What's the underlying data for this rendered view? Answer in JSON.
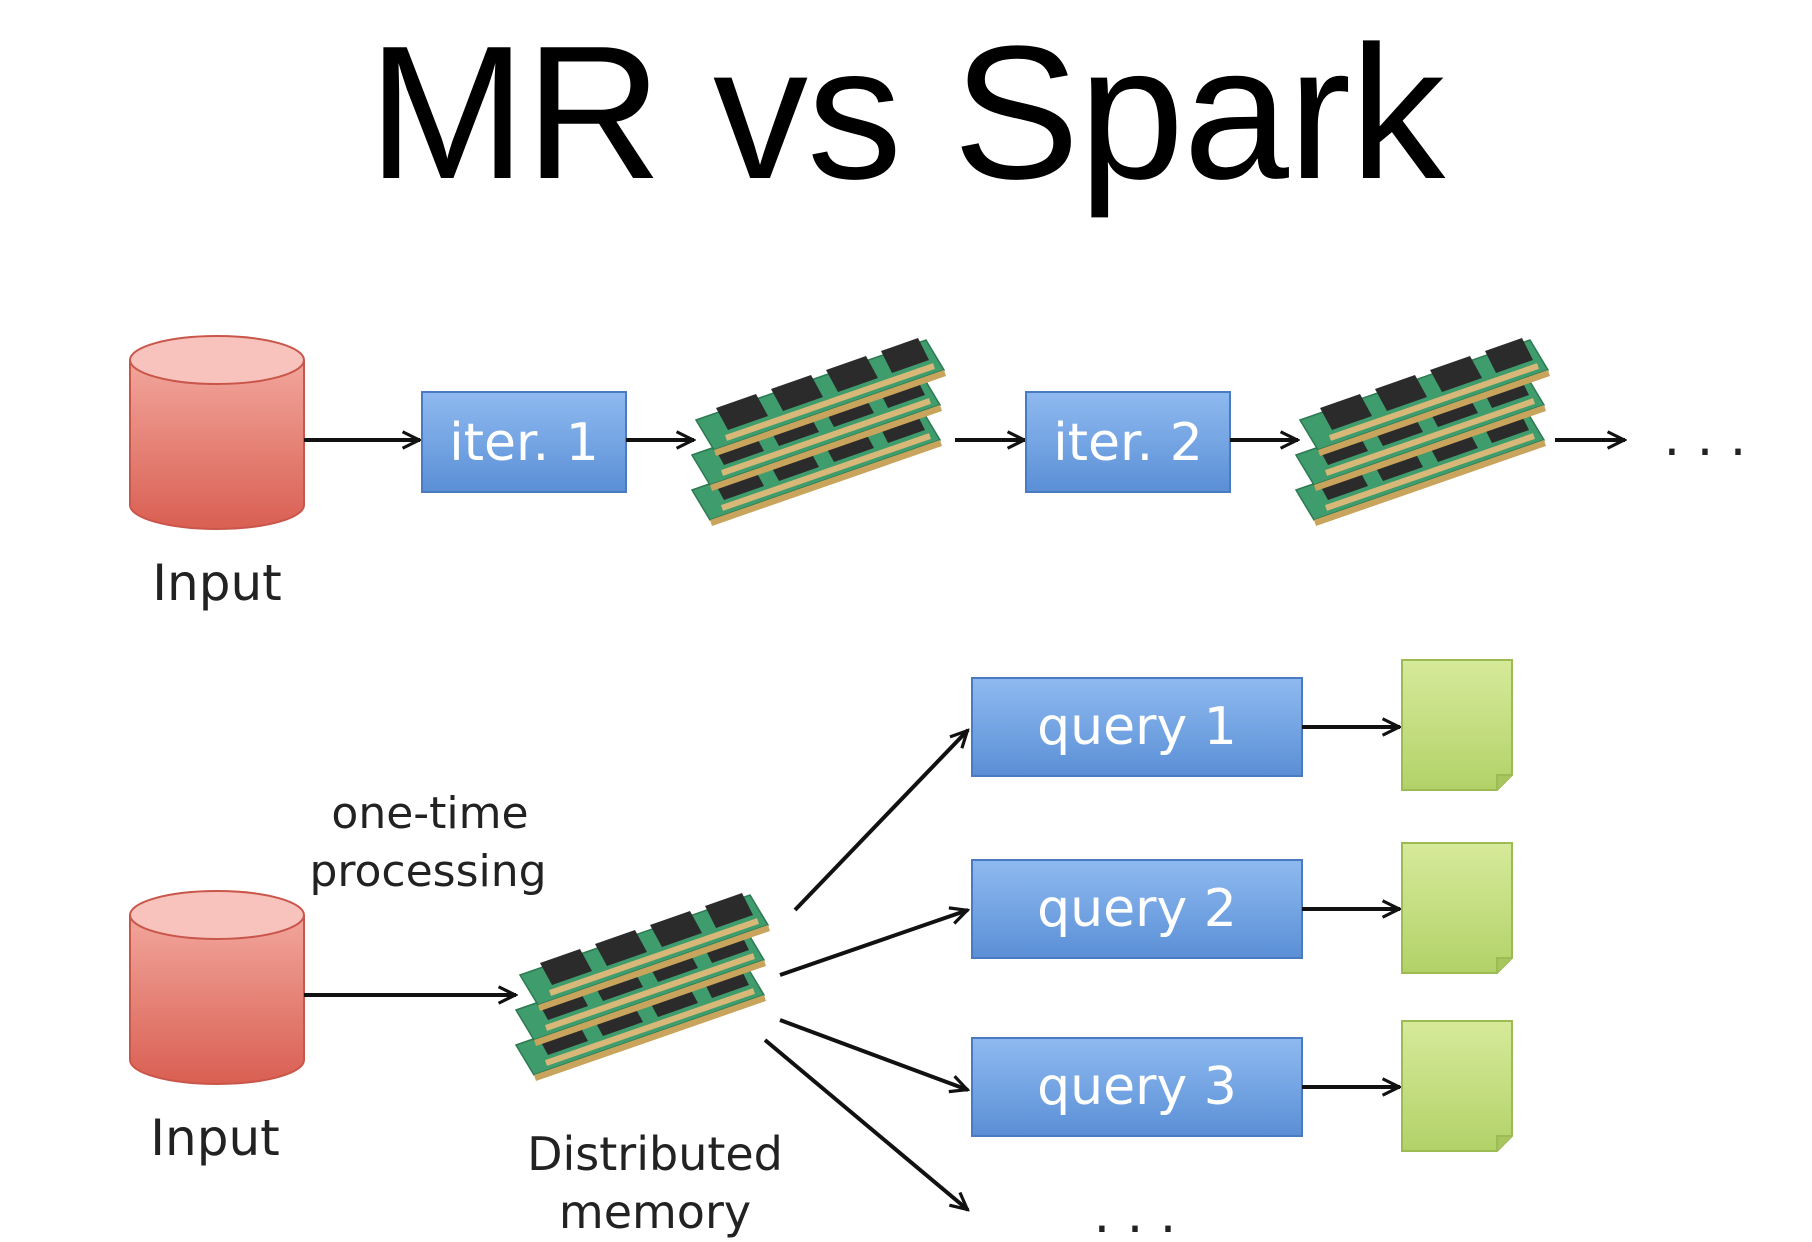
{
  "title": "MR vs Spark",
  "top_flow": {
    "input_label": "Input",
    "steps": [
      "iter. 1",
      "iter. 2"
    ],
    "continuation": ". . ."
  },
  "bottom_flow": {
    "input_label": "Input",
    "edge_label_line1": "one-time",
    "edge_label_line2": "processing",
    "memory_label_line1": "Distributed",
    "memory_label_line2": "memory",
    "queries": [
      "query 1",
      "query 2",
      "query 3"
    ],
    "continuation": ". . ."
  },
  "colors": {
    "cylinder": "#e27063",
    "box": "#6a9fe0",
    "document": "#c3dd7a",
    "ram_board": "#3e9a6a"
  }
}
